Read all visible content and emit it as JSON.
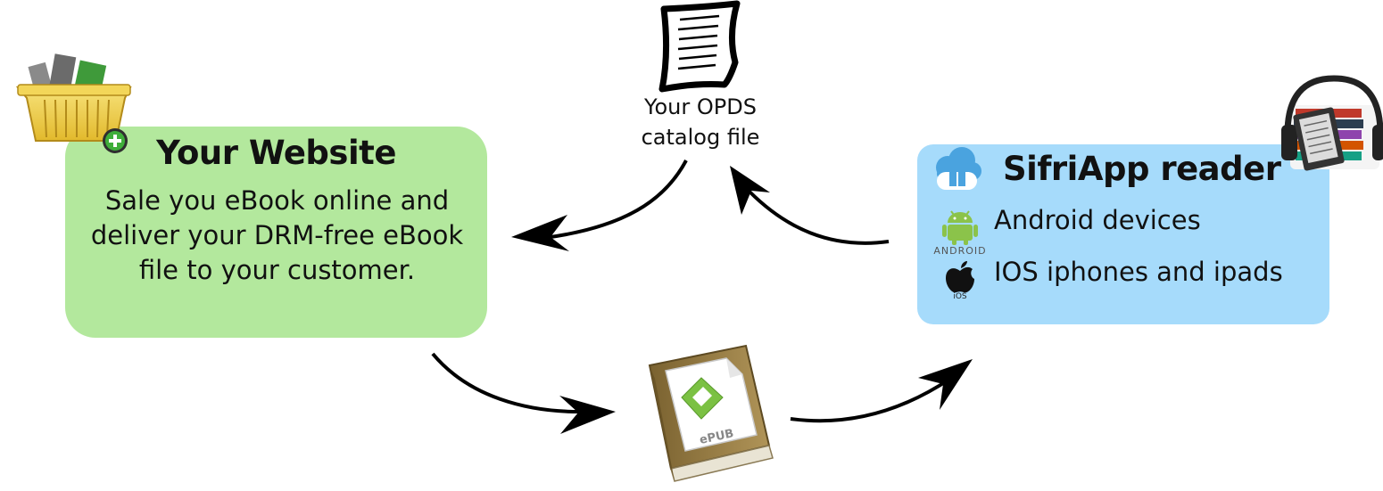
{
  "website": {
    "title": "Your Website",
    "description": "Sale you eBook online and deliver your DRM-free eBook file to your customer."
  },
  "reader": {
    "title": "SifriApp reader",
    "platforms": [
      {
        "label": "Android devices",
        "icon": "android-icon",
        "icon_caption": "ANDROID"
      },
      {
        "label": "IOS iphones and ipads",
        "icon": "apple-icon",
        "icon_caption": "iOS"
      }
    ]
  },
  "catalog": {
    "label": "Your OPDS catalog file"
  },
  "epub": {
    "label": "ePUB"
  },
  "colors": {
    "website_box": "#b3e89d",
    "reader_box": "#a6dbfb",
    "arrow": "#000000"
  }
}
